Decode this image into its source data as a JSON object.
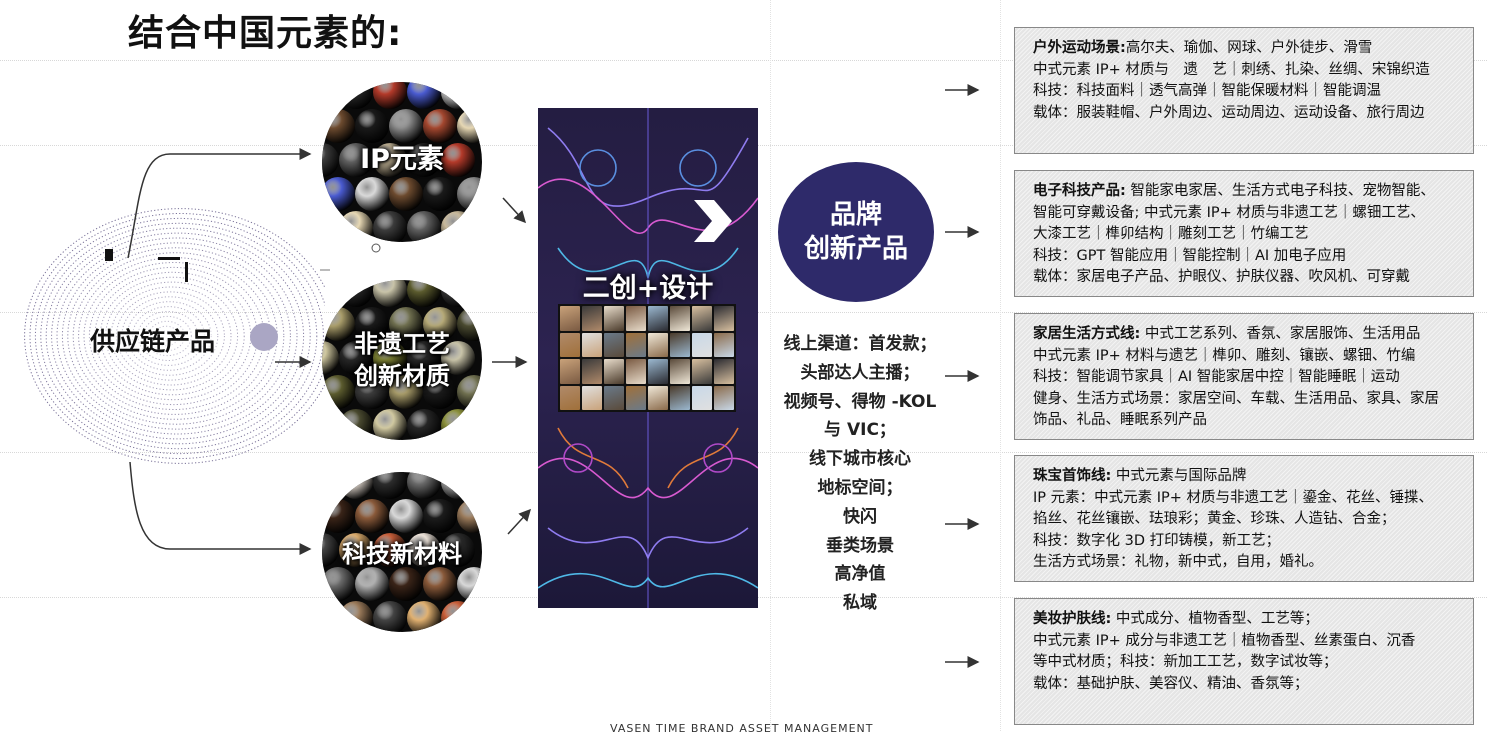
{
  "title": "结合中国元素的:",
  "supply_chain": {
    "label": "供应链产品"
  },
  "circles": [
    {
      "label": "IP元素",
      "lines": [
        "IP元素"
      ]
    },
    {
      "label": "非遗工艺创新材质",
      "lines": [
        "非遗工艺",
        "创新材质"
      ]
    },
    {
      "label": "科技新材料",
      "lines": [
        "科技新材料"
      ]
    }
  ],
  "poster": {
    "label": "二创+设计"
  },
  "brand": {
    "lines": [
      "品牌",
      "创新产品"
    ]
  },
  "channels": [
    "线上渠道：首发款；",
    "头部达人主播；",
    "视频号、得物 -KOL",
    "与 VIC；",
    "线下城市核心",
    "地标空间；",
    "快闪",
    "垂类场景",
    "高净值",
    "私域"
  ],
  "boxes": [
    {
      "heading": "户外运动场景:",
      "lines": [
        "高尔夫、瑜伽、网球、户外徒步、滑雪",
        "中式元素 IP+ 材质与　遗　艺｜刺绣、扎染、丝绸、宋锦织造",
        "科技：科技面料｜透气高弹｜智能保暖材料｜智能调温",
        "载体：服装鞋帽、户外周边、运动周边、运动设备、旅行周边"
      ]
    },
    {
      "heading": "电子科技产品:",
      "lines": [
        " 智能家电家居、生活方式电子科技、宠物智能、",
        "智能可穿戴设备; 中式元素 IP+ 材质与非遗工艺｜螺钿工艺、",
        "大漆工艺｜榫卯结构｜雕刻工艺｜竹编工艺",
        "科技：GPT 智能应用｜智能控制｜AI 加电子应用",
        "载体：家居电子产品、护眼仪、护肤仪器、吹风机、可穿戴"
      ]
    },
    {
      "heading": "家居生活方式线:",
      "lines": [
        " 中式工艺系列、香氛、家居服饰、生活用品",
        "中式元素 IP+ 材料与遗艺｜榫卯、雕刻、镶嵌、螺钿、竹编",
        "科技：智能调节家具｜AI 智能家居中控｜智能睡眠｜运动",
        "健身、生活方式场景：家居空间、车载、生活用品、家具、家居",
        "饰品、礼品、睡眠系列产品"
      ]
    },
    {
      "heading": "珠宝首饰线:",
      "lines": [
        " 中式元素与国际品牌",
        "IP 元素：中式元素 IP+ 材质与非遗工艺｜鎏金、花丝、锤揲、",
        "掐丝、花丝镶嵌、珐琅彩；黄金、珍珠、人造钻、合金；",
        "科技：数字化 3D 打印铸模，新工艺；",
        "生活方式场景：礼物，新中式，自用，婚礼。"
      ]
    },
    {
      "heading": "美妆护肤线:",
      "lines": [
        " 中式成分、植物香型、工艺等；",
        "中式元素 IP+ 成分与非遗工艺｜植物香型、丝素蛋白、沉香",
        "等中式材质；科技：新加工工艺，数字试妆等；",
        "载体：基础护肤、美容仪、精油、香氛等；"
      ]
    }
  ],
  "footer": "VASEN TIME BRAND ASSET MANAGEMENT",
  "colors": {
    "brand_circle": "#2e2a6a",
    "poster_bg": "#1e1a3a",
    "supply_disc": "#5a5080"
  }
}
